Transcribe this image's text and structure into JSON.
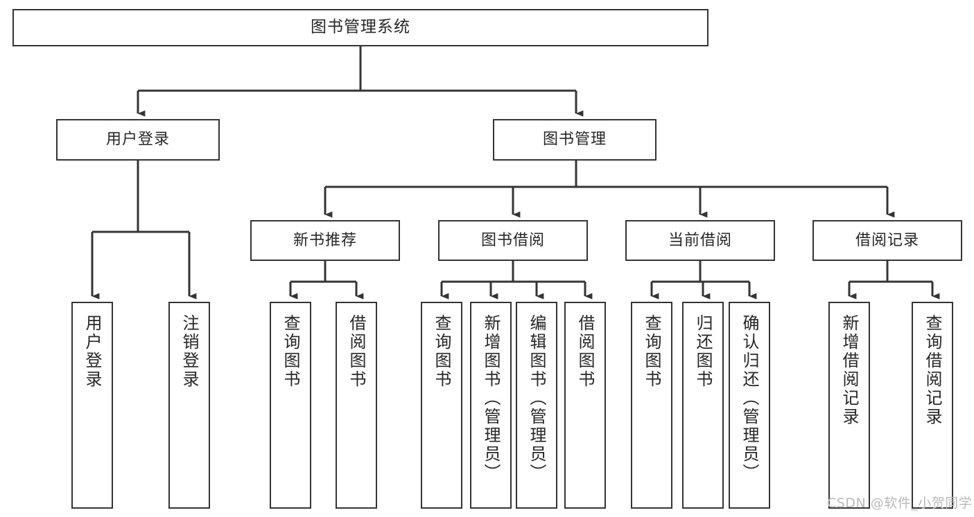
{
  "diagram": {
    "title": "图书管理系统",
    "type": "tree",
    "watermark": "CSDN @软件_小贺同学",
    "stroke_color": "#343434",
    "text_color": "#262626",
    "background": "#ffffff",
    "levels": {
      "root": {
        "label": "图书管理系统"
      },
      "level2": [
        {
          "label": "用户登录"
        },
        {
          "label": "图书管理"
        }
      ],
      "level3": [
        {
          "label": "新书推荐"
        },
        {
          "label": "图书借阅"
        },
        {
          "label": "当前借阅"
        },
        {
          "label": "借阅记录"
        }
      ],
      "leaves": {
        "user_login": [
          {
            "label": "用户登录"
          },
          {
            "label": "注销登录"
          }
        ],
        "new_book_recommend": [
          {
            "label": "查询图书"
          },
          {
            "label": "借阅图书"
          }
        ],
        "book_borrow": [
          {
            "label": "查询图书"
          },
          {
            "label": "新增图书（管理员）"
          },
          {
            "label": "编辑图书（管理员）"
          },
          {
            "label": "借阅图书"
          }
        ],
        "current_borrow": [
          {
            "label": "查询图书"
          },
          {
            "label": "归还图书"
          },
          {
            "label": "确认归还（管理员）"
          }
        ],
        "borrow_record": [
          {
            "label": "新增借阅记录"
          },
          {
            "label": "查询借阅记录"
          }
        ]
      }
    }
  }
}
